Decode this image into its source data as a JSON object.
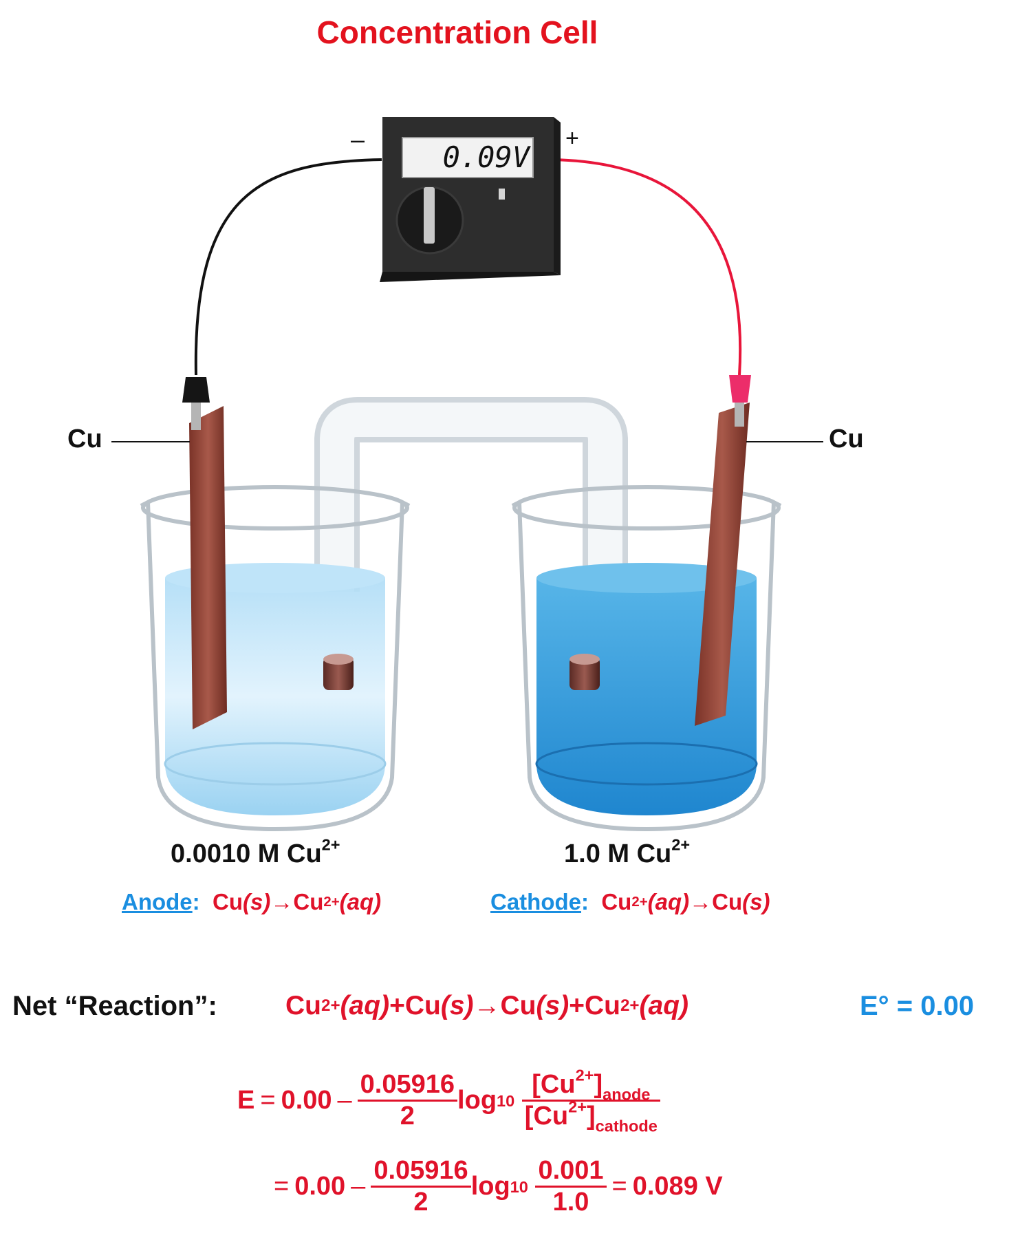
{
  "title": "Concentration Cell",
  "meter": {
    "reading": "0.09V",
    "minus": "–",
    "plus": "+"
  },
  "electrodes": {
    "left_label": "Cu",
    "right_label": "Cu"
  },
  "left_beaker": {
    "concentration": "0.0010  M Cu",
    "charge": "2+",
    "role": "Anode",
    "colon": ":",
    "half_reaction": {
      "a": "Cu ",
      "a_state": "(s)",
      "arrow": " → ",
      "b": "Cu",
      "b_charge": "2+",
      "b_state": " (aq)"
    }
  },
  "right_beaker": {
    "concentration": "1.0  M Cu",
    "charge": "2+",
    "role": "Cathode",
    "colon": ":",
    "half_reaction": {
      "a": "Cu",
      "a_charge": "2+",
      "a_state": " (aq)",
      "arrow": " → ",
      "b": "Cu ",
      "b_state": "(s)"
    }
  },
  "net_reaction": {
    "label": "Net “Reaction”:",
    "t1": "Cu",
    "t1_charge": "2+",
    "t1_state": " (aq)",
    "plus1": " + ",
    "t2": "Cu ",
    "t2_state": "(s)",
    "arrow": " → ",
    "t3": "Cu ",
    "t3_state": "(s)",
    "plus2": " + ",
    "t4": "Cu",
    "t4_charge": "2+",
    "t4_state": " (aq)",
    "e_standard": "E° = 0.00"
  },
  "nernst": {
    "lhs": "E",
    "eq": "=",
    "e0": "0.00",
    "minus": "–",
    "coef_num": "0.05916",
    "coef_den": "2",
    "log": "log",
    "log_base": "10",
    "ratio_num": "[Cu",
    "ratio_num_charge": "2+",
    "ratio_num_close": "]",
    "ratio_num_sub": "anode",
    "ratio_den": "[Cu",
    "ratio_den_charge": "2+",
    "ratio_den_close": "]",
    "ratio_den_sub": "cathode",
    "line2_num": "0.001",
    "line2_den": "1.0",
    "result": "0.089 V"
  },
  "colors": {
    "title_red": "#e3121e",
    "equation_red": "#e0122a",
    "accent_blue": "#1a8ee0",
    "copper": "#9b4a3c",
    "solution_light": "#cfeafc",
    "solution_dark": "#3aa3de"
  }
}
